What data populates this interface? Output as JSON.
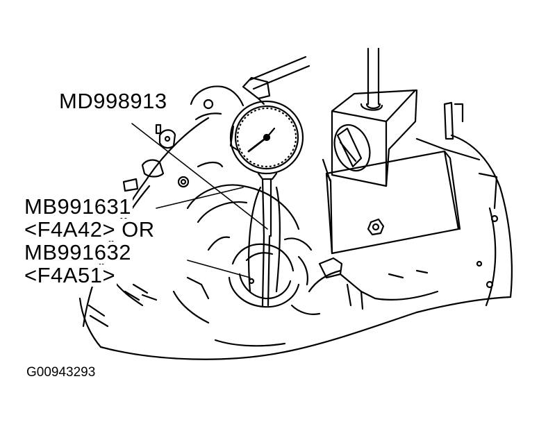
{
  "figure": {
    "labels": {
      "dial_gauge_tool": "MD998913",
      "tool_line1": "MB991631",
      "tool_line2": "<F4A42> OR",
      "tool_line3": "MB991632",
      "tool_line4": "<F4A51>"
    },
    "figure_id": "G00943293"
  },
  "colors": {
    "ink": "#000000",
    "paper": "#ffffff"
  }
}
